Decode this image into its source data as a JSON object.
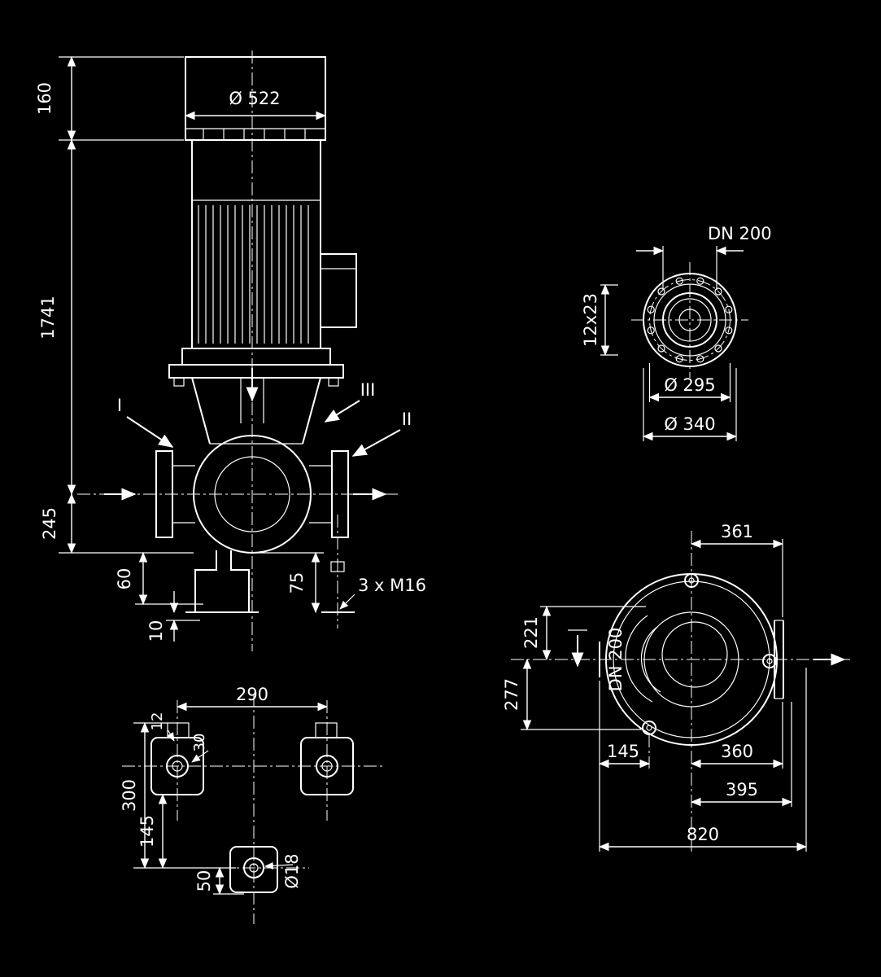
{
  "page": {
    "background": "#000000",
    "line_color": "#ffffff"
  },
  "front_view": {
    "labels": {
      "fan_height": "160",
      "motor_diameter": "Ø 522",
      "total_height": "1741",
      "port_height": "245",
      "dim_60": "60",
      "dim_10": "10",
      "dim_75": "75",
      "anchor_bolts": "3 x M16",
      "section_i": "I",
      "section_ii": "II",
      "section_iii": "III"
    }
  },
  "flange_view": {
    "labels": {
      "nominal": "DN 200",
      "holes": "12x23",
      "bolt_circle": "Ø 295",
      "outer_diameter": "Ø 340"
    }
  },
  "base_view": {
    "labels": {
      "hole_spacing": "290",
      "slot_width": "12",
      "slot_length": "30",
      "length": "300",
      "dim_145": "145",
      "dim_50": "50",
      "hole_diameter": "Ø18"
    }
  },
  "plan_view": {
    "labels": {
      "dim_361": "361",
      "dim_221": "221",
      "dim_277": "277",
      "suction_dn": "DN 200",
      "dim_145": "145",
      "dim_360": "360",
      "dim_395": "395",
      "dim_820": "820"
    }
  }
}
